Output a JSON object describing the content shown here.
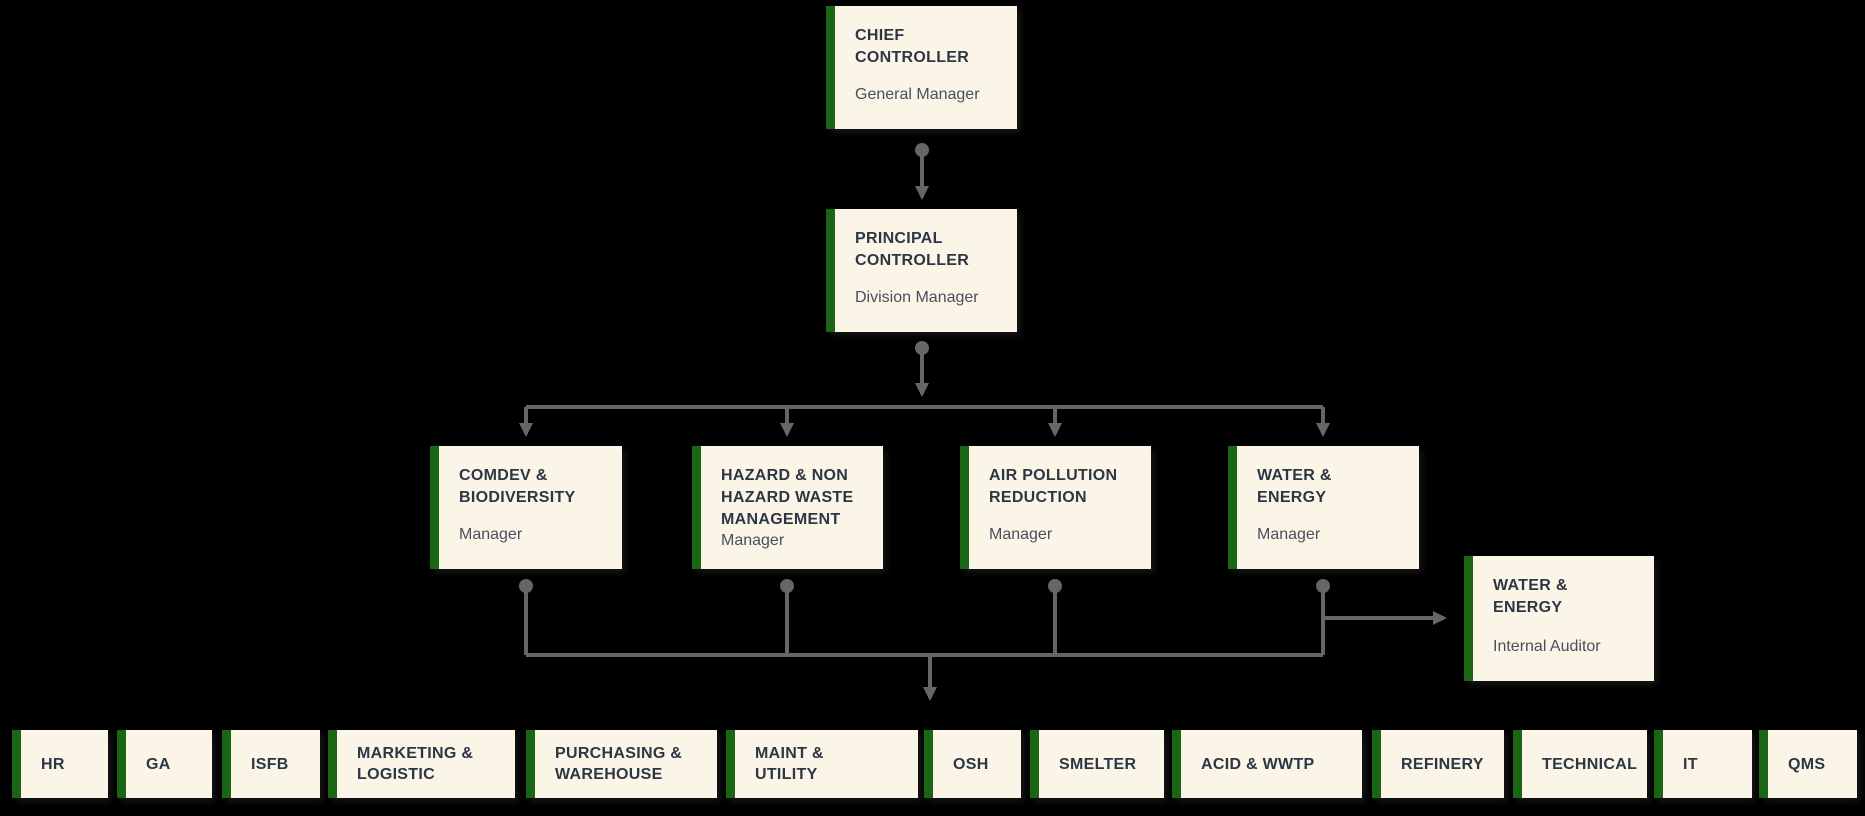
{
  "colors": {
    "bg": "#000000",
    "box-bg": "#FBF5E8",
    "stripe": "#1B6615",
    "title": "#2D3644",
    "subtitle": "#46505E",
    "connector": "#666666"
  },
  "org_chart": {
    "level1": {
      "title": "CHIEF\nCONTROLLER",
      "subtitle": "General Manager"
    },
    "level2": {
      "title": "PRINCIPAL\nCONTROLLER",
      "subtitle": "Division Manager"
    },
    "level3": [
      {
        "title": "COMDEV &\nBIODIVERSITY",
        "subtitle": "Manager"
      },
      {
        "title": "HAZARD & NON\nHAZARD WASTE\nMANAGEMENT",
        "subtitle": "Manager"
      },
      {
        "title": "AIR POLLUTION\nREDUCTION",
        "subtitle": "Manager"
      },
      {
        "title": "WATER &\nENERGY",
        "subtitle": "Manager"
      }
    ],
    "auditor": {
      "title": "WATER &\nENERGY",
      "subtitle": "Internal Auditor"
    },
    "departments": [
      "HR",
      "GA",
      "ISFB",
      "MARKETING &\nLOGISTIC",
      "PURCHASING &\nWAREHOUSE",
      "MAINT &\nUTILITY",
      "OSH",
      "SMELTER",
      "ACID & WWTP",
      "REFINERY",
      "TECHNICAL",
      "IT",
      "QMS"
    ]
  }
}
